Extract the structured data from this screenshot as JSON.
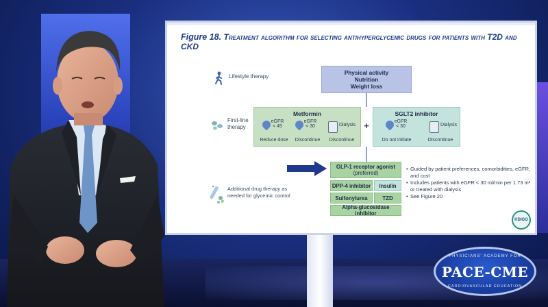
{
  "slide": {
    "title_prefix": "Figure 18.",
    "title_rest": "Treatment algorithm for selecting antihyperglycemic drugs for patients with T2D and CKD",
    "rows": {
      "lifestyle": "Lifestyle therapy",
      "first_line": "First-line therapy",
      "additional": "Additional drug therapy as needed for glycemic control"
    },
    "lifestyle_box": [
      "Physical activity",
      "Nutrition",
      "Weight loss"
    ],
    "metformin": {
      "title": "Metformin",
      "items": [
        {
          "top": "eGFR",
          "bottom": "< 45",
          "action": "Reduce dose"
        },
        {
          "top": "eGFR",
          "bottom": "< 30",
          "action": "Discontinue"
        },
        {
          "top": "Dialysis",
          "bottom": "",
          "action": "Discontinue"
        }
      ]
    },
    "plus": "+",
    "sglt2": {
      "title": "SGLT2 inhibitor",
      "items": [
        {
          "top": "eGFR",
          "bottom": "< 30",
          "action": "Do not initiate"
        },
        {
          "top": "Dialysis",
          "bottom": "",
          "action": "Discontinue"
        }
      ]
    },
    "glp1": [
      "GLP-1 receptor agonist",
      "(preferred)"
    ],
    "drugs": {
      "dpp4": "DPP-4 inhibitor",
      "insulin": "Insulin",
      "sulfonylurea": "Sulfonylurea",
      "tzd": "TZD",
      "alpha": "Alpha-glucosidase inhibitor"
    },
    "bullets": [
      "Guided by patient preferences, comorbidities, eGFR, and cost",
      "Includes patients with eGFR < 30 ml/min per 1.73 m² or treated with dialysis",
      "See Figure 20"
    ],
    "kdigo_badge": "KDIGO"
  },
  "logo": {
    "top_text": "PHYSICIANS' ACADEMY FOR",
    "main_text": "PACE-CME",
    "bottom_text": "CARDIOVASCULAR EDUCATION"
  },
  "colors": {
    "title_blue": "#1f3a8a",
    "lifestyle_box": "#b8c3e6",
    "metformin_box": "#c7e0c3",
    "sglt2_box": "#c4e3dc",
    "drug_boxes": "#a9d3a2",
    "arrow": "#1f3a8a"
  }
}
